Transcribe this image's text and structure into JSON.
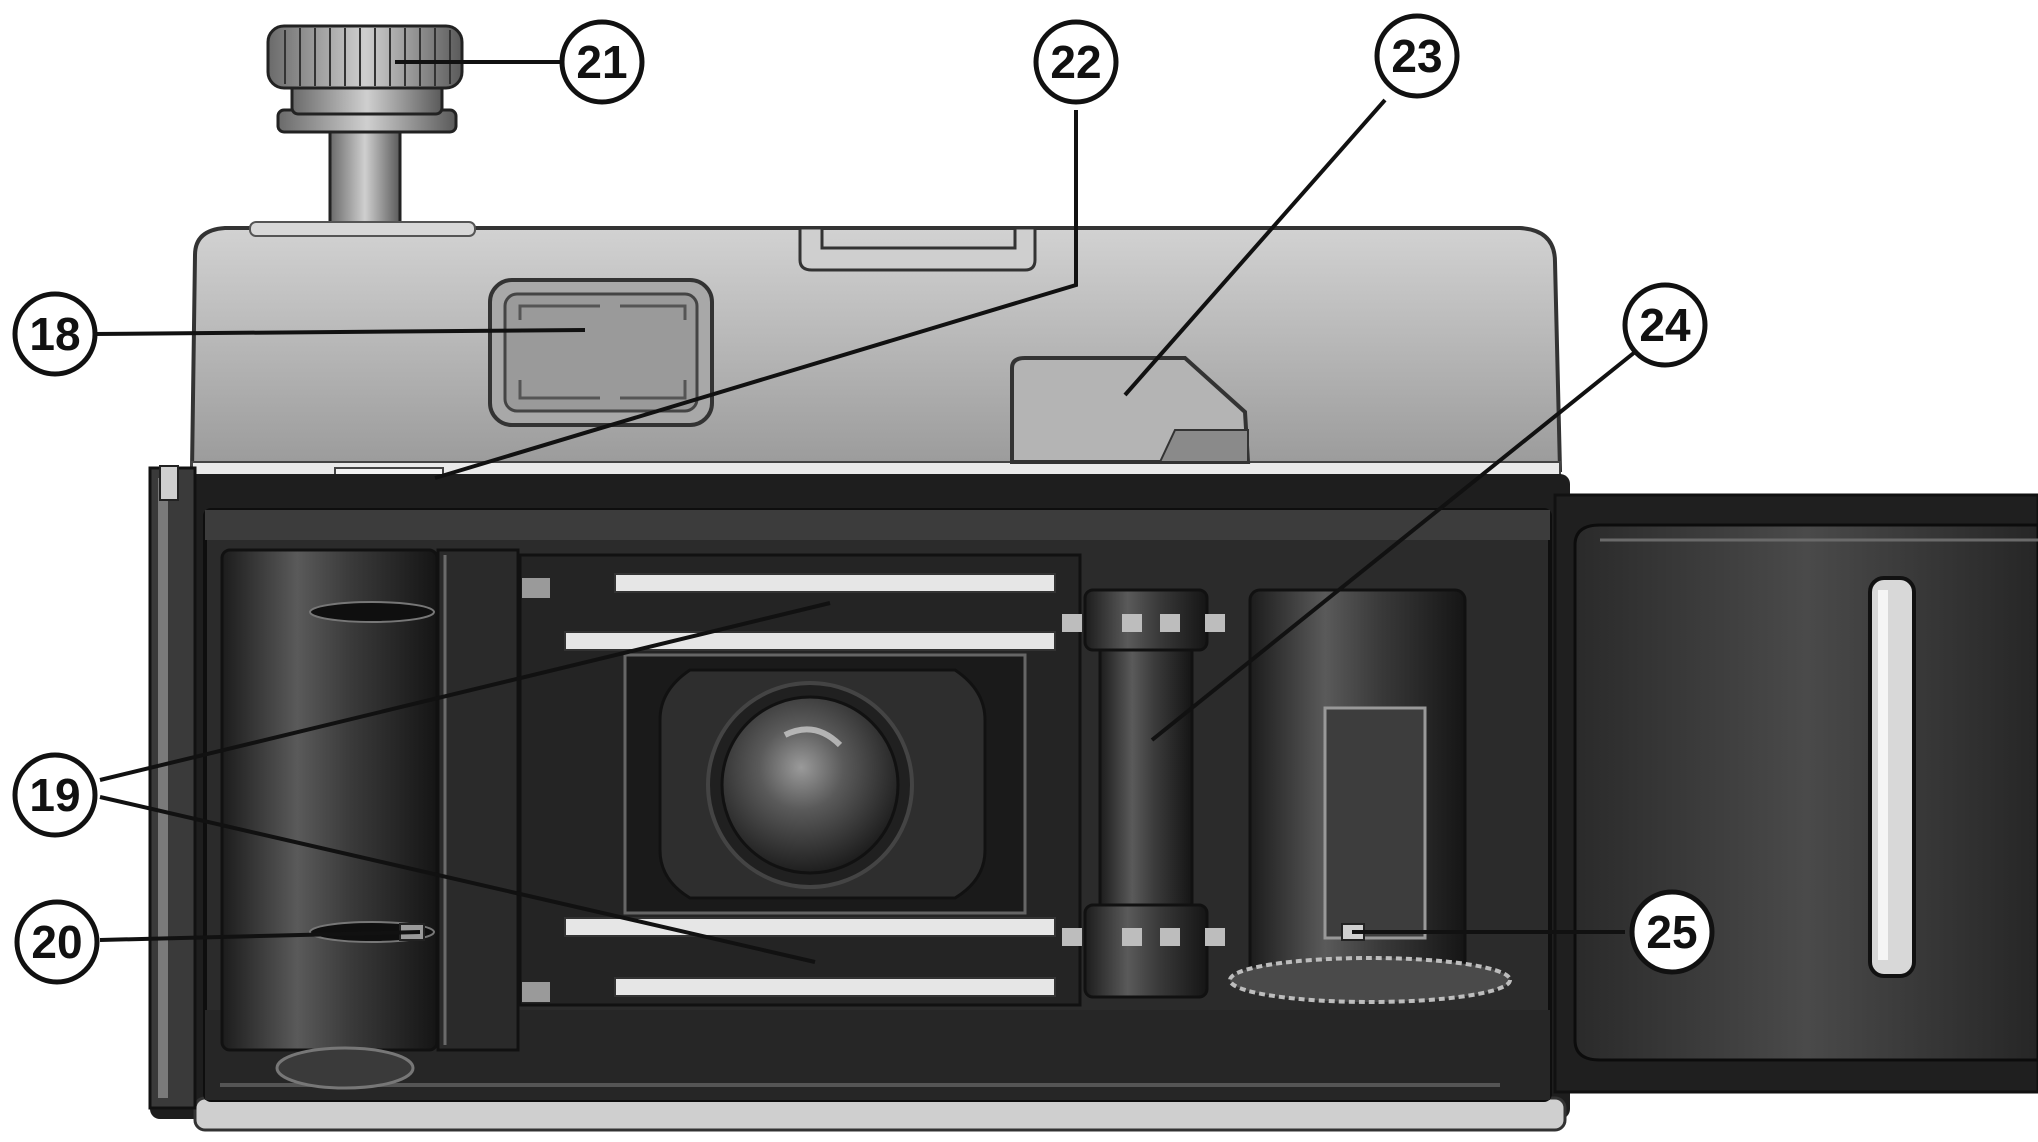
{
  "figure": {
    "callouts": [
      {
        "id": "18",
        "label": "18"
      },
      {
        "id": "19",
        "label": "19"
      },
      {
        "id": "20",
        "label": "20"
      },
      {
        "id": "21",
        "label": "21"
      },
      {
        "id": "22",
        "label": "22"
      },
      {
        "id": "23",
        "label": "23"
      },
      {
        "id": "24",
        "label": "24"
      },
      {
        "id": "25",
        "label": "25"
      }
    ],
    "colors": {
      "ink": "#111111",
      "body_dark": "#262626",
      "chrome_top": "#b9b9b9",
      "paper": "#ffffff"
    }
  }
}
